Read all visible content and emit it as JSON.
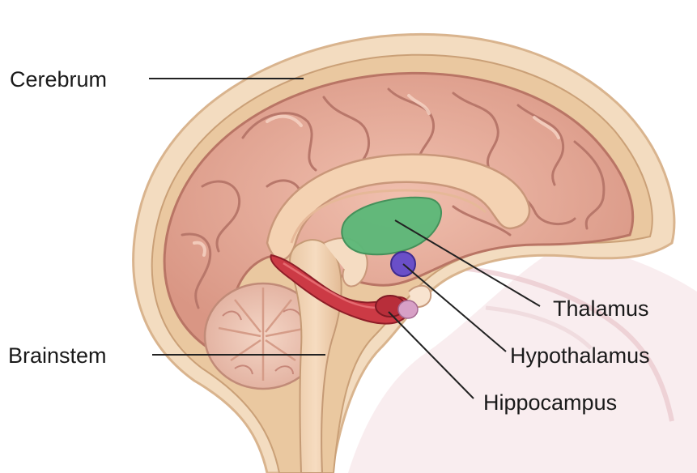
{
  "figure": {
    "labels": {
      "cerebrum": "Cerebrum",
      "brainstem": "Brainstem",
      "thalamus": "Thalamus",
      "hypothalamus": "Hypothalamus",
      "hippocampus": "Hippocampus"
    },
    "colors": {
      "skin": "#f1d7b4",
      "skull": "#e9c89f",
      "cortex": "#e8ae9d",
      "cortex_dark": "#c98675",
      "white_matter": "#f2cfae",
      "thalamus": "#5bb878",
      "hypothalamus": "#6a4fc8",
      "hippocampus": "#c8323e",
      "leader_line": "#222222"
    }
  }
}
